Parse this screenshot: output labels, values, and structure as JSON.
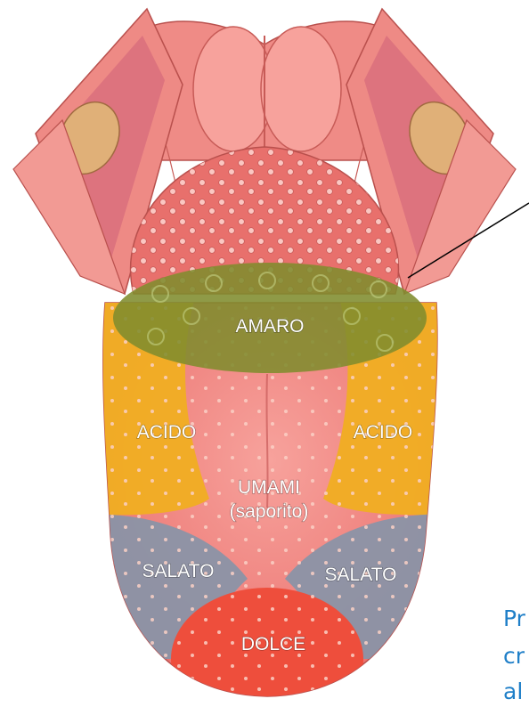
{
  "colors": {
    "tongue": "#f0807c",
    "tongue_light": "#f7aaa4",
    "amaro_zone": "#7f8c2e",
    "acido_zone": "#f0ae22",
    "salato_zone": "#8a93a6",
    "dolce_zone": "#ee4e3c",
    "side_text": "#1f7fc8"
  },
  "zones": {
    "amaro": "AMARO",
    "acido_left": "ACIDO",
    "acido_right": "ACIDO",
    "umami_line1": "UMAMI",
    "umami_line2": "(saporito)",
    "salato_left": "SALATO",
    "salato_right": "SALATO",
    "dolce": "DOLCE"
  },
  "side_caption": {
    "line1": "Pr",
    "line2": "cr",
    "line3": "al"
  }
}
